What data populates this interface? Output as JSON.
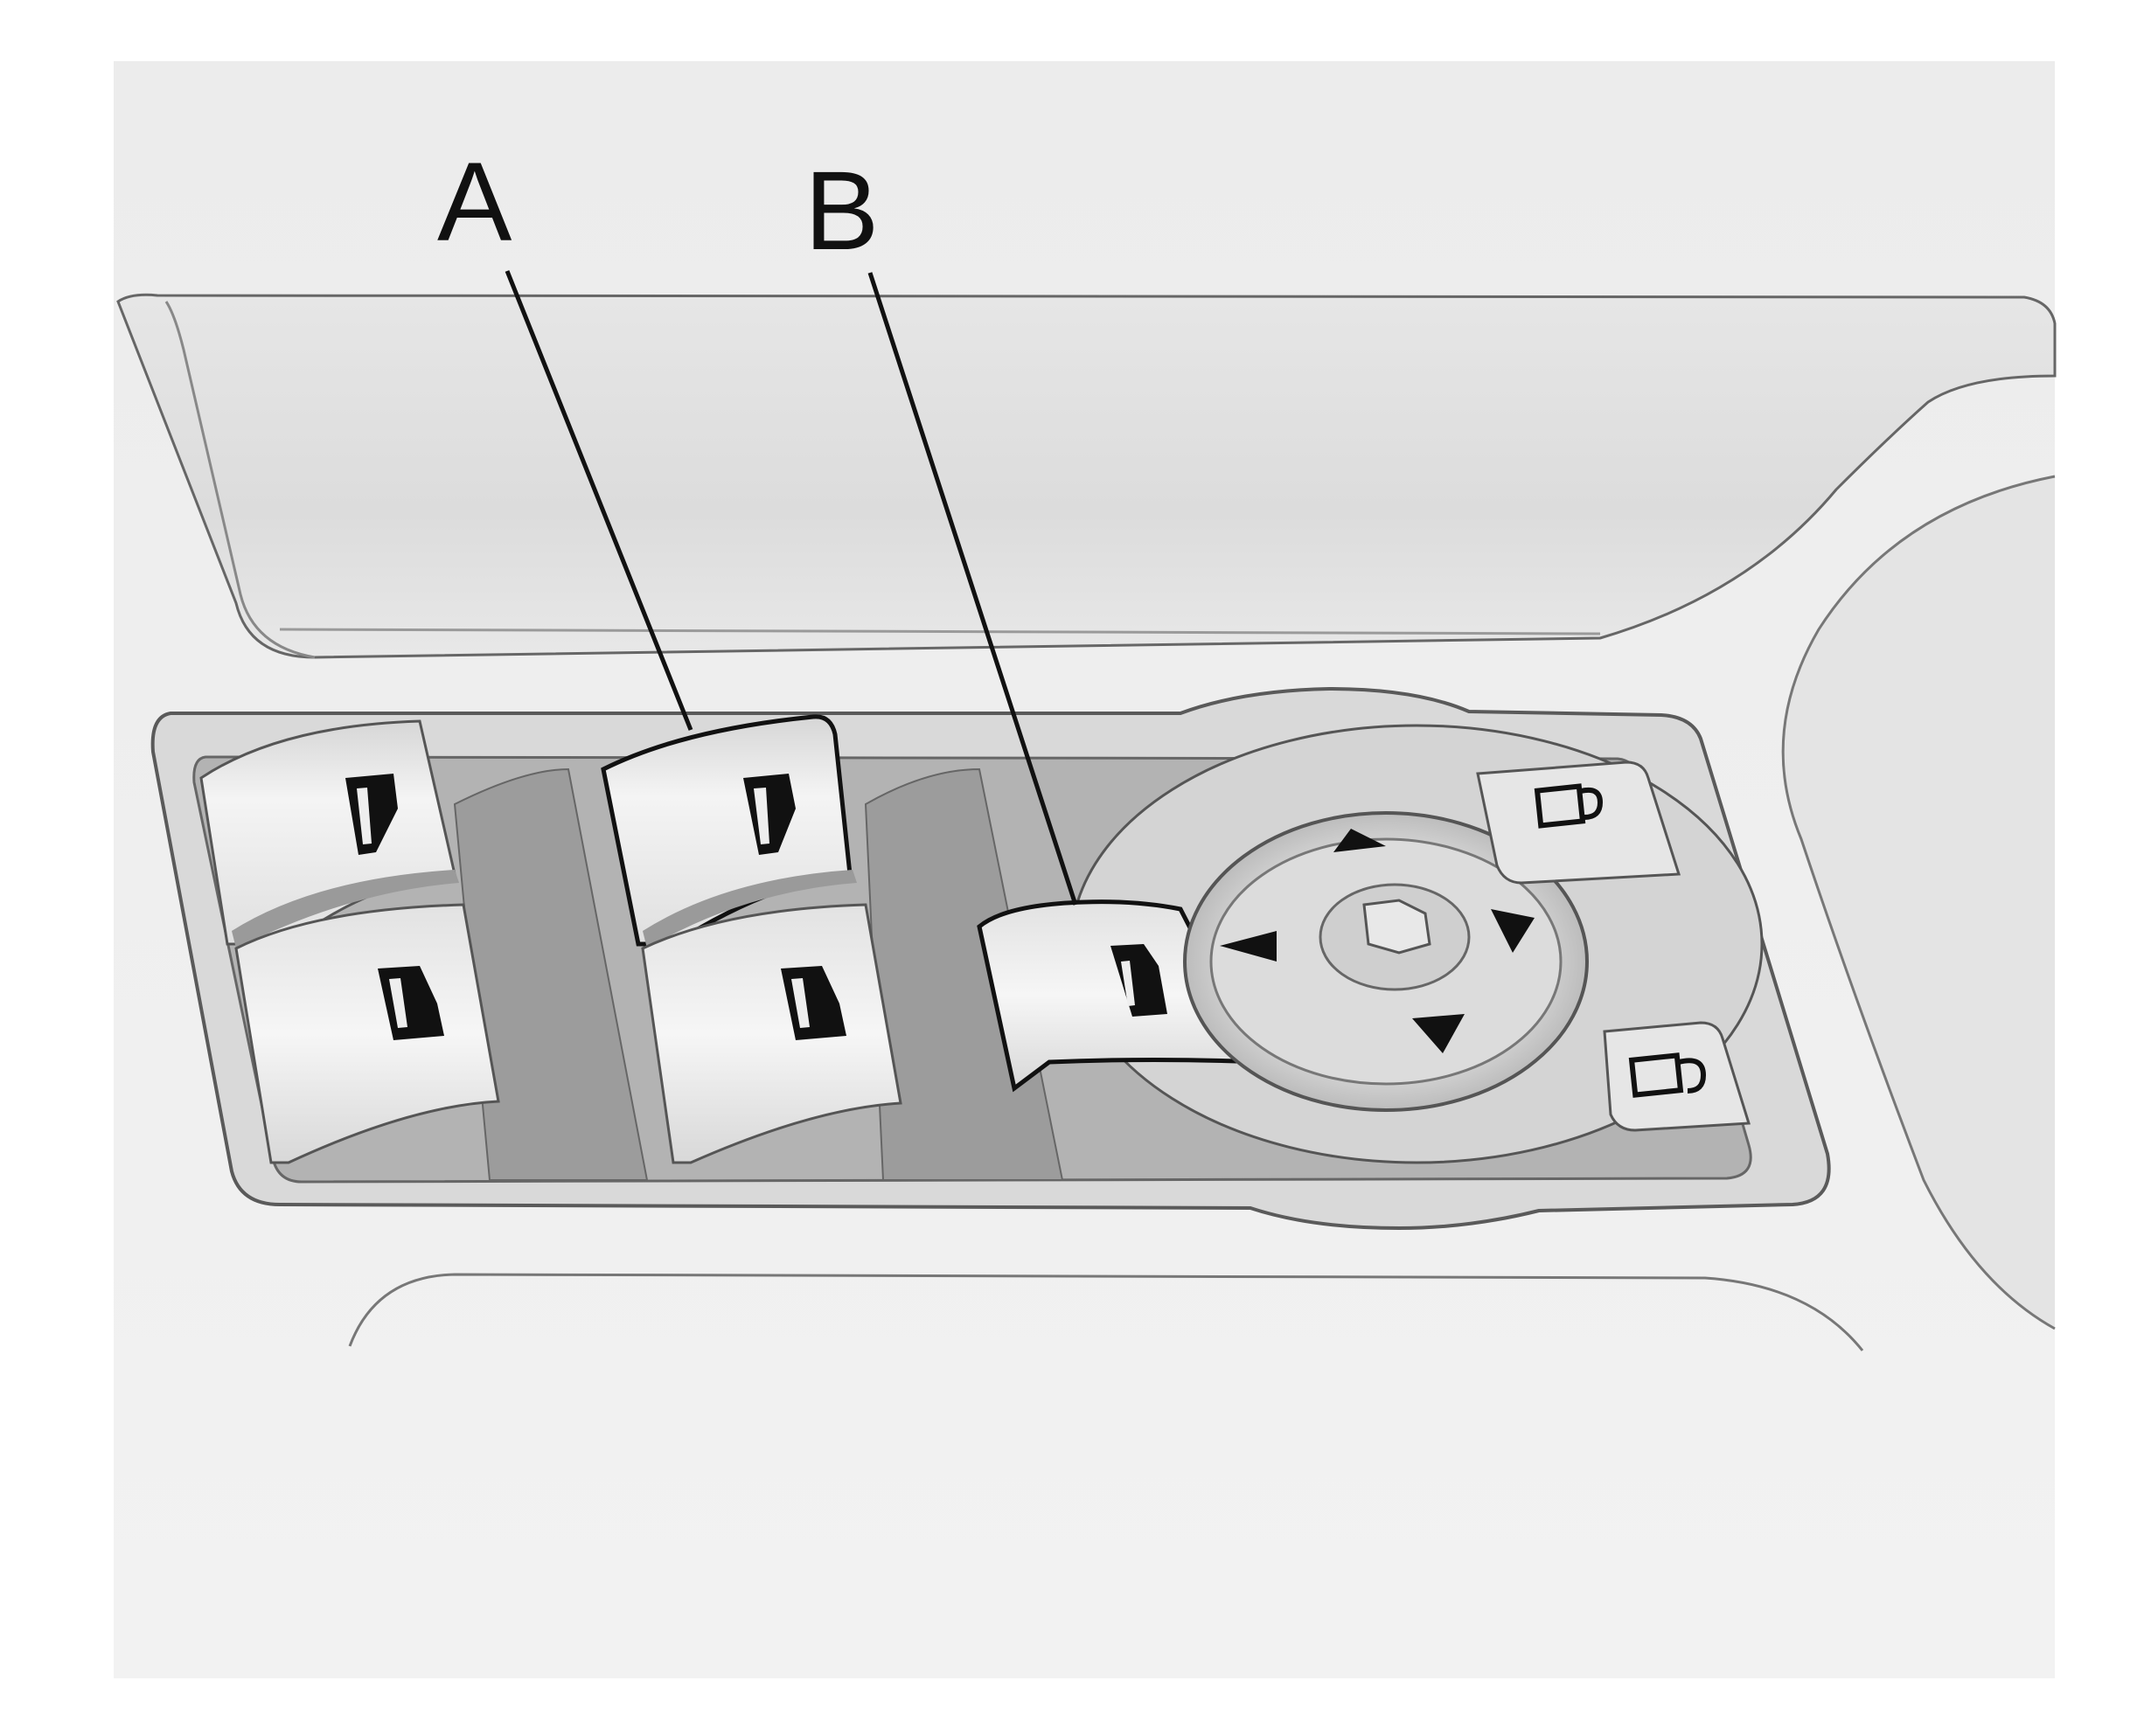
{
  "callouts": [
    {
      "letter": "A",
      "target": "window-switches"
    },
    {
      "letter": "B",
      "target": "mirror-selector-switch"
    }
  ],
  "icons": {
    "window_switch": "window-icon",
    "mirror_switch": "mirror-icon",
    "lock": "lock-icon",
    "unlock": "unlock-icon",
    "arrows": [
      "arrow-up-icon",
      "arrow-left-icon",
      "arrow-right-icon",
      "arrow-down-icon"
    ]
  },
  "colors": {
    "panel": "#e8e8e8",
    "outline": "#555555",
    "shadow": "#a8a8a8",
    "switch_face": "#ececec",
    "symbol": "#111111"
  }
}
